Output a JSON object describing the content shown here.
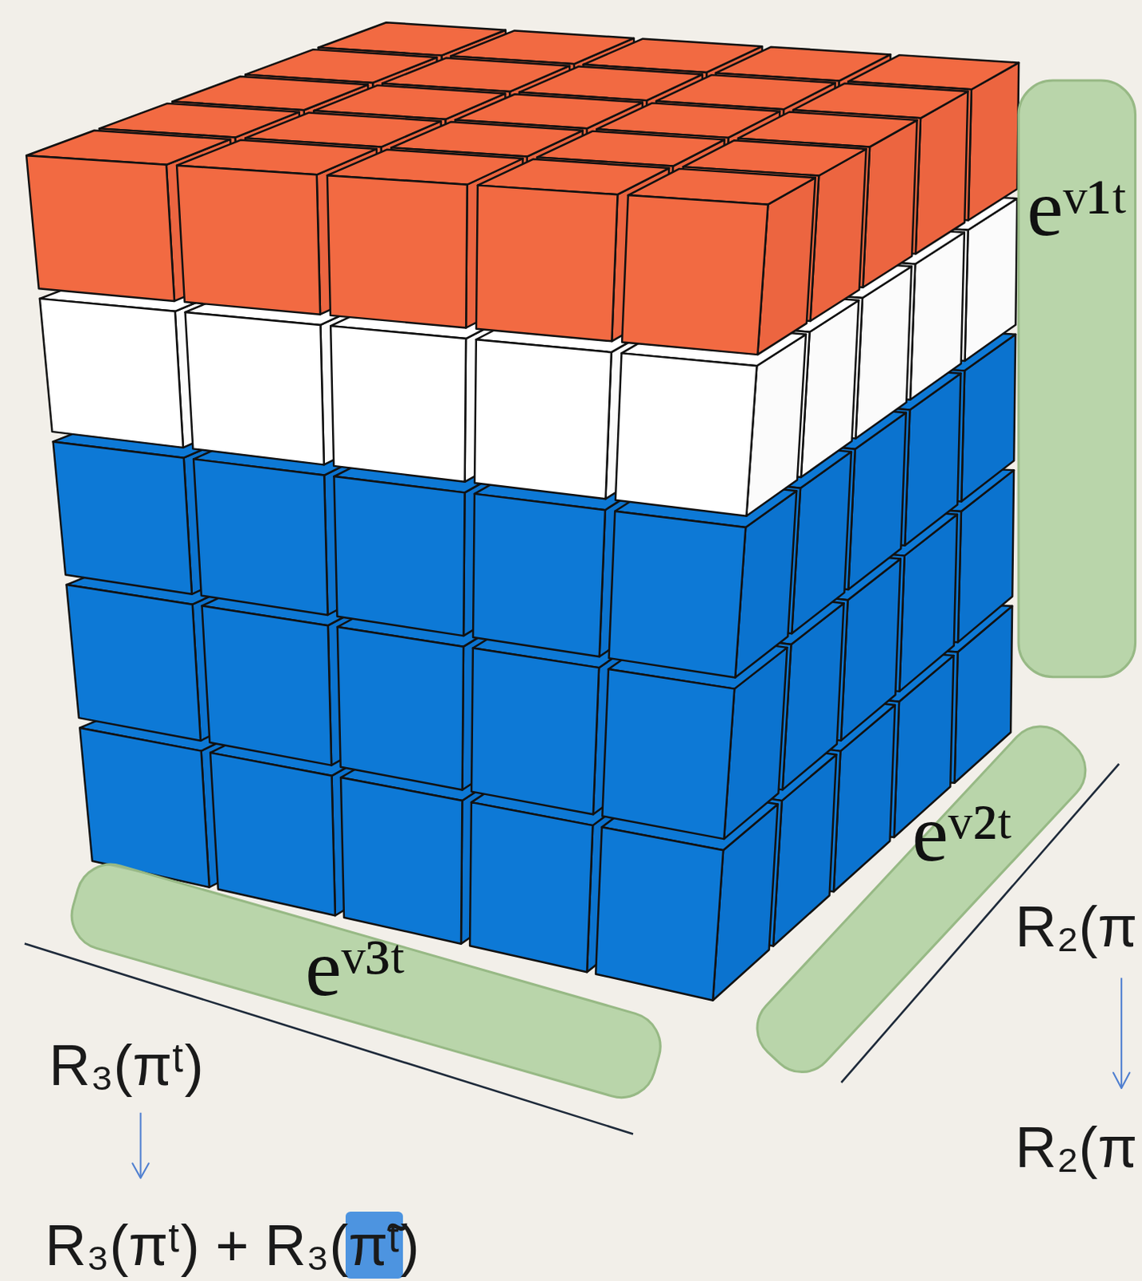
{
  "diagram": {
    "nodes": [
      {
        "text": [
          "eᵛ¹ᵗ"
        ]
      },
      {
        "text": [
          "eᵛ²ᵗ"
        ]
      },
      {
        "text": [
          "eᵛ³ᵗ"
        ]
      }
    ],
    "labels": [
      "R₃(πᵗ)",
      "R₃(πᵗ) + R₃(π̃ᵗ)",
      "R₂(π",
      "R₂(π"
    ]
  }
}
